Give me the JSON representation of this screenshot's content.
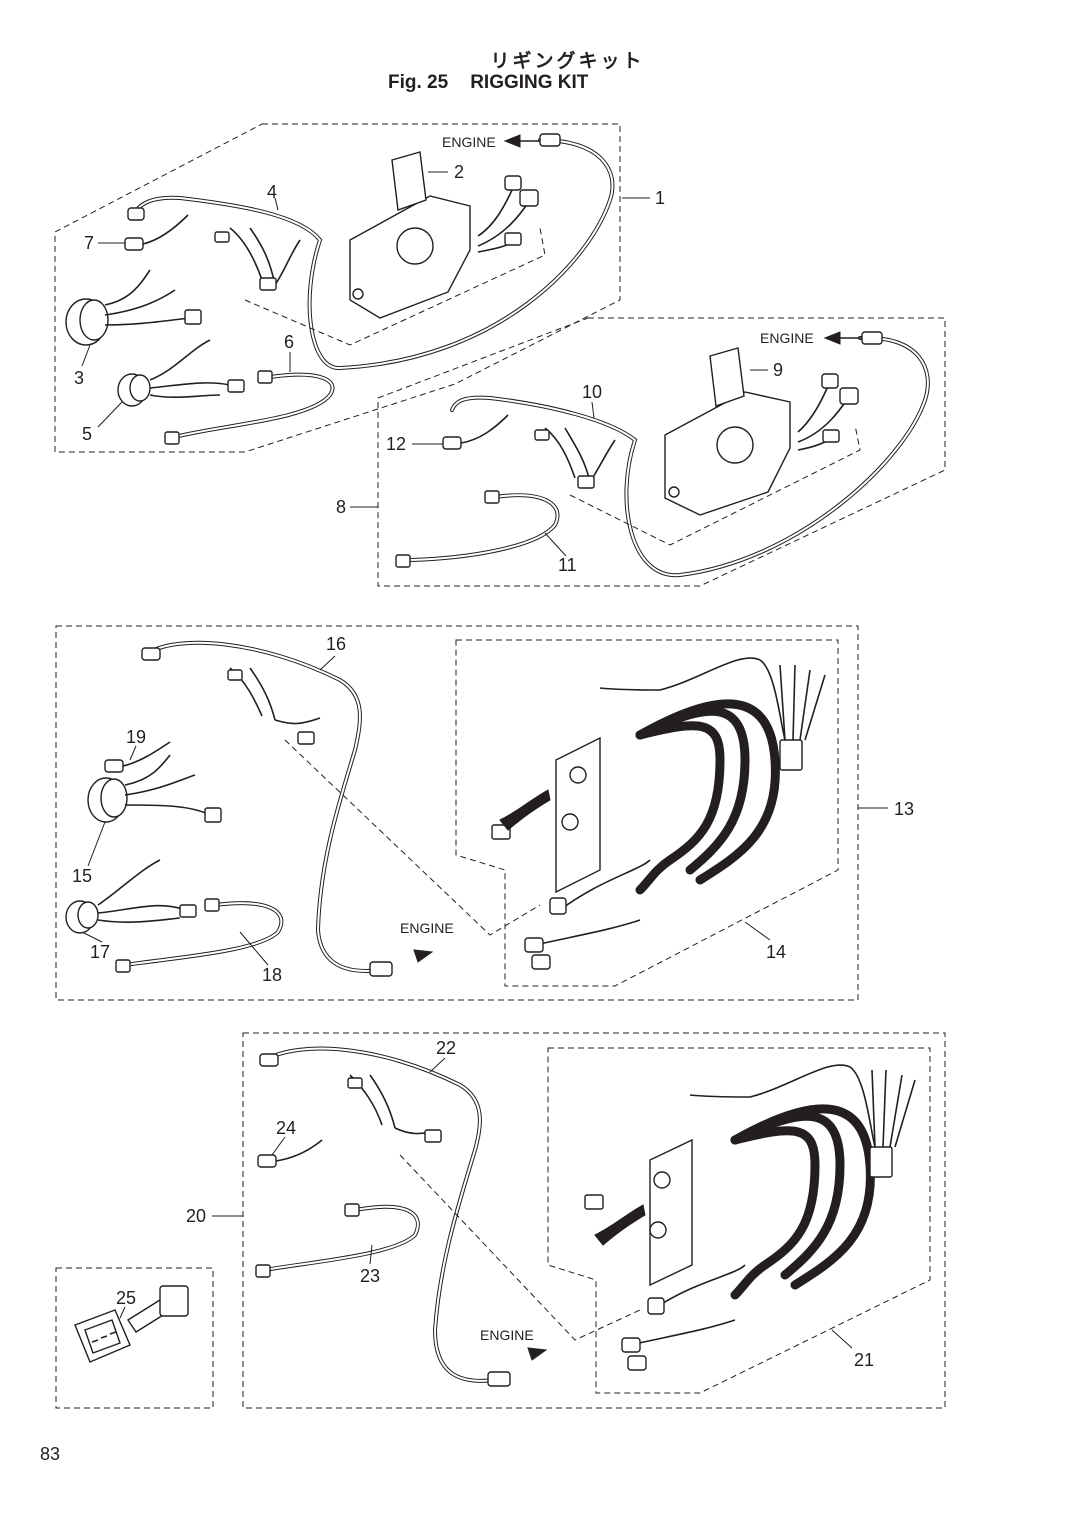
{
  "header": {
    "title_jp": "リギングキット",
    "fig_number": "Fig. 25",
    "title_en": "RIGGING KIT"
  },
  "page_number": "83",
  "engine_label": "ENGINE",
  "callouts": {
    "c1": "1",
    "c2": "2",
    "c3": "3",
    "c4": "4",
    "c5": "5",
    "c6": "6",
    "c7": "7",
    "c8": "8",
    "c9": "9",
    "c10": "10",
    "c11": "11",
    "c12": "12",
    "c13": "13",
    "c14": "14",
    "c15": "15",
    "c16": "16",
    "c17": "17",
    "c18": "18",
    "c19": "19",
    "c20": "20",
    "c21": "21",
    "c22": "22",
    "c23": "23",
    "c24": "24",
    "c25": "25"
  }
}
